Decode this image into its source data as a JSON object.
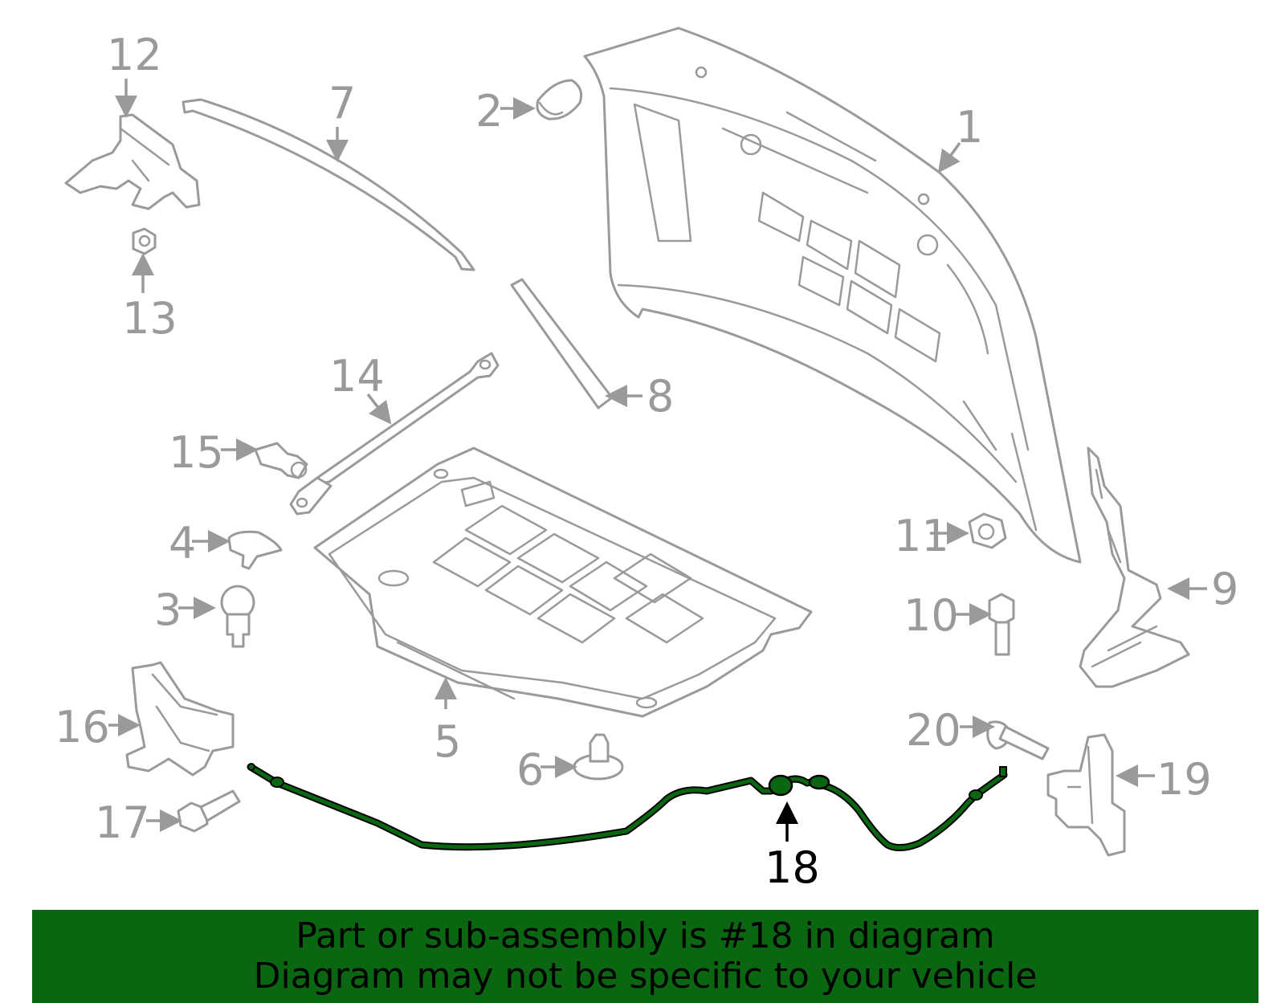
{
  "highlight_color": "#0b6611",
  "outline_color": "#9a9a9a",
  "callouts": {
    "c1": "1",
    "c2": "2",
    "c3": "3",
    "c4": "4",
    "c5": "5",
    "c6": "6",
    "c7": "7",
    "c8": "8",
    "c9": "9",
    "c10": "10",
    "c11": "11",
    "c12": "12",
    "c13": "13",
    "c14": "14",
    "c15": "15",
    "c16": "16",
    "c17": "17",
    "c18": "18",
    "c19": "19",
    "c20": "20"
  },
  "highlighted_part": "18",
  "banner": {
    "line1": "Part or sub-assembly is #18 in diagram",
    "line2": "Diagram may not be specific to your vehicle"
  }
}
